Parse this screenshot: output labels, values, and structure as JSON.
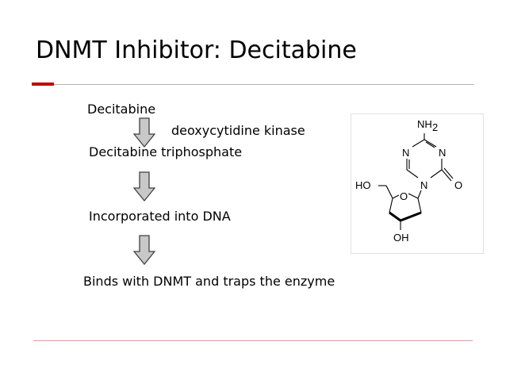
{
  "slide": {
    "title": "DNMT Inhibitor: Decitabine"
  },
  "pathway": {
    "step1": "Decitabine",
    "enzyme": "deoxycytidine kinase",
    "step2": "Decitabine triphosphate",
    "step3": "Incorporated into DNA",
    "step4": "Binds with DNMT and traps the enzyme"
  },
  "structure": {
    "labels": {
      "nh2": "NH",
      "nh2_sub": "2",
      "n_left": "N",
      "n_right": "N",
      "n_bottom": "N",
      "carbonyl_o": "O",
      "ring_o": "O",
      "ho": "HO",
      "oh": "OH"
    }
  },
  "colors": {
    "accent_red": "#c00000",
    "arrow_fill": "#c8c8c8",
    "arrow_stroke": "#404040"
  }
}
